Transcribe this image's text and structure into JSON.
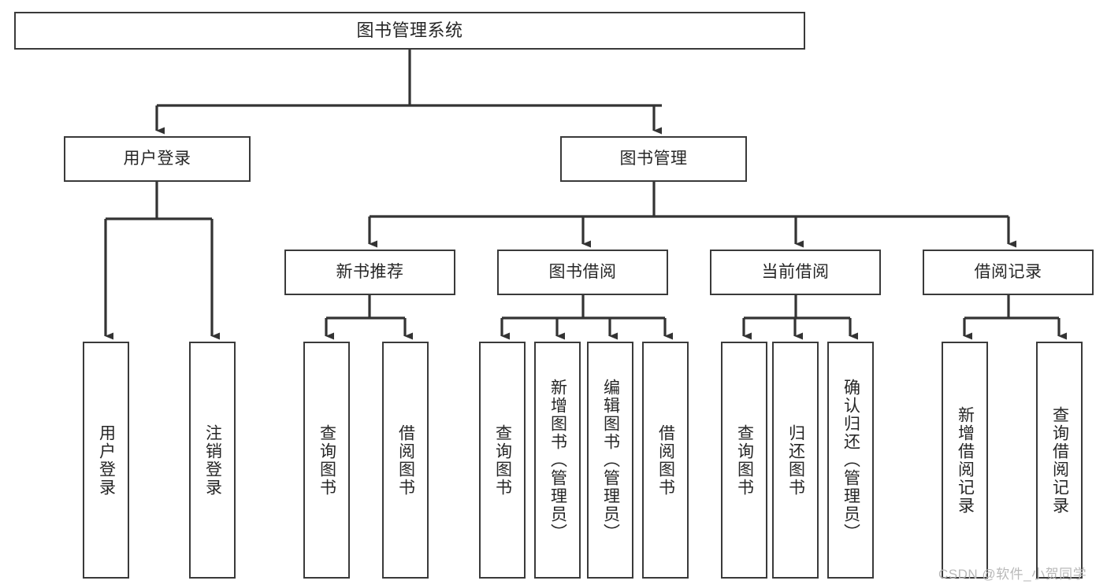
{
  "diagram": {
    "type": "tree-hierarchy",
    "title": "图书管理系统",
    "watermark": "CSDN @软件_小贺同学",
    "colors": {
      "box_border": "#3a3a3a",
      "box_fill": "#ffffff",
      "edge": "#333333",
      "text": "#262626",
      "watermark": "#b9b9b9",
      "background": "#ffffff"
    },
    "nodes": {
      "root": {
        "id": "root",
        "label": "图书管理系统",
        "level": 1,
        "orientation": "horizontal"
      },
      "user_login": {
        "id": "user_login",
        "label": "用户登录",
        "level": 2,
        "orientation": "horizontal"
      },
      "book_manage": {
        "id": "book_manage",
        "label": "图书管理",
        "level": 2,
        "orientation": "horizontal"
      },
      "new_book_rec": {
        "id": "new_book_rec",
        "label": "新书推荐",
        "level": 3,
        "orientation": "horizontal"
      },
      "book_borrow": {
        "id": "book_borrow",
        "label": "图书借阅",
        "level": 3,
        "orientation": "horizontal"
      },
      "current_borrow": {
        "id": "current_borrow",
        "label": "当前借阅",
        "level": 3,
        "orientation": "horizontal"
      },
      "borrow_record": {
        "id": "borrow_record",
        "label": "借阅记录",
        "level": 3,
        "orientation": "horizontal"
      },
      "leaf_user_login": {
        "id": "leaf_user_login",
        "label": "用户登录",
        "level": 4,
        "orientation": "vertical"
      },
      "leaf_logout": {
        "id": "leaf_logout",
        "label": "注销登录",
        "level": 4,
        "orientation": "vertical"
      },
      "leaf_query_book_1": {
        "id": "leaf_query_book_1",
        "label": "查询图书",
        "level": 4,
        "orientation": "vertical"
      },
      "leaf_borrow_book_1": {
        "id": "leaf_borrow_book_1",
        "label": "借阅图书",
        "level": 4,
        "orientation": "vertical"
      },
      "leaf_query_book_2": {
        "id": "leaf_query_book_2",
        "label": "查询图书",
        "level": 4,
        "orientation": "vertical"
      },
      "leaf_add_book": {
        "id": "leaf_add_book",
        "label": "新增图书（管理员）",
        "level": 4,
        "orientation": "vertical"
      },
      "leaf_edit_book": {
        "id": "leaf_edit_book",
        "label": "编辑图书（管理员）",
        "level": 4,
        "orientation": "vertical"
      },
      "leaf_borrow_book_2": {
        "id": "leaf_borrow_book_2",
        "label": "借阅图书",
        "level": 4,
        "orientation": "vertical"
      },
      "leaf_query_book_3": {
        "id": "leaf_query_book_3",
        "label": "查询图书",
        "level": 4,
        "orientation": "vertical"
      },
      "leaf_return_book": {
        "id": "leaf_return_book",
        "label": "归还图书",
        "level": 4,
        "orientation": "vertical"
      },
      "leaf_confirm_return": {
        "id": "leaf_confirm_return",
        "label": "确认归还（管理员）",
        "level": 4,
        "orientation": "vertical"
      },
      "leaf_add_record": {
        "id": "leaf_add_record",
        "label": "新增借阅记录",
        "level": 4,
        "orientation": "vertical"
      },
      "leaf_query_record": {
        "id": "leaf_query_record",
        "label": "查询借阅记录",
        "level": 4,
        "orientation": "vertical"
      }
    },
    "edges": [
      {
        "from": "root",
        "to": "user_login"
      },
      {
        "from": "root",
        "to": "book_manage"
      },
      {
        "from": "user_login",
        "to": "leaf_user_login"
      },
      {
        "from": "user_login",
        "to": "leaf_logout"
      },
      {
        "from": "book_manage",
        "to": "new_book_rec"
      },
      {
        "from": "book_manage",
        "to": "book_borrow"
      },
      {
        "from": "book_manage",
        "to": "current_borrow"
      },
      {
        "from": "book_manage",
        "to": "borrow_record"
      },
      {
        "from": "new_book_rec",
        "to": "leaf_query_book_1"
      },
      {
        "from": "new_book_rec",
        "to": "leaf_borrow_book_1"
      },
      {
        "from": "book_borrow",
        "to": "leaf_query_book_2"
      },
      {
        "from": "book_borrow",
        "to": "leaf_add_book"
      },
      {
        "from": "book_borrow",
        "to": "leaf_edit_book"
      },
      {
        "from": "book_borrow",
        "to": "leaf_borrow_book_2"
      },
      {
        "from": "current_borrow",
        "to": "leaf_query_book_3"
      },
      {
        "from": "current_borrow",
        "to": "leaf_return_book"
      },
      {
        "from": "current_borrow",
        "to": "leaf_confirm_return"
      },
      {
        "from": "borrow_record",
        "to": "leaf_add_record"
      },
      {
        "from": "borrow_record",
        "to": "leaf_query_record"
      }
    ]
  }
}
